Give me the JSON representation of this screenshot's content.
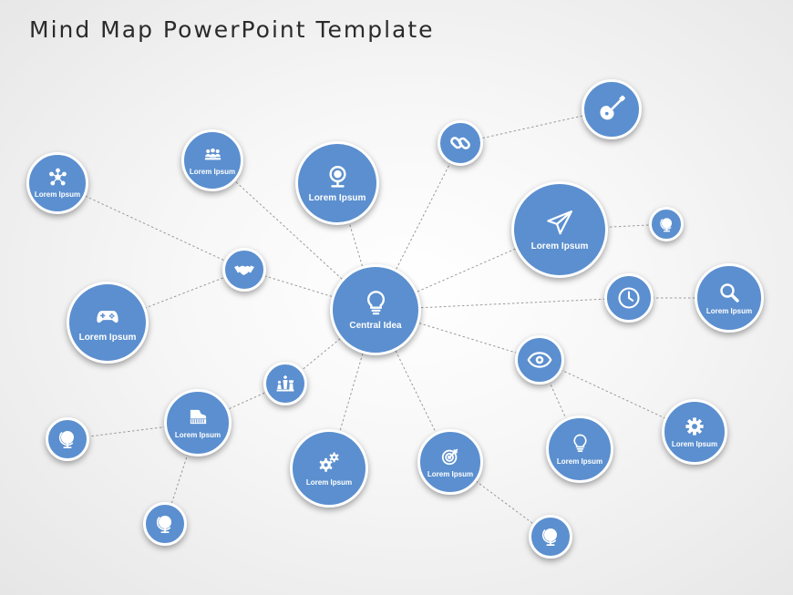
{
  "title": "Mind Map PowerPoint Template",
  "colors": {
    "node_fill": "#5b8fcf",
    "node_border": "#ffffff",
    "link": "#9a9a9a",
    "title": "#2b2b2b"
  },
  "center": {
    "label": "Central Idea",
    "icon": "lightbulb-icon"
  },
  "nodes": [
    {
      "id": "team",
      "label": "Lorem Ipsum",
      "icon": "team-icon"
    },
    {
      "id": "webcam",
      "label": "Lorem Ipsum",
      "icon": "webcam-icon"
    },
    {
      "id": "network",
      "label": "Lorem Ipsum",
      "icon": "network-icon"
    },
    {
      "id": "gamepad",
      "label": "Lorem Ipsum",
      "icon": "gamepad-icon"
    },
    {
      "id": "piano",
      "label": "Lorem Ipsum",
      "icon": "piano-icon"
    },
    {
      "id": "gears",
      "label": "Lorem Ipsum",
      "icon": "gears-icon"
    },
    {
      "id": "target",
      "label": "Lorem Ipsum",
      "icon": "target-icon"
    },
    {
      "id": "bulb-small",
      "label": "Lorem Ipsum",
      "icon": "lightbulb-icon"
    },
    {
      "id": "gear",
      "label": "Lorem Ipsum",
      "icon": "gear-icon"
    },
    {
      "id": "search",
      "label": "Lorem Ipsum",
      "icon": "magnifier-icon"
    },
    {
      "id": "paper-plane",
      "label": "Lorem Ipsum",
      "icon": "paper-plane-icon"
    },
    {
      "id": "link",
      "label": "",
      "icon": "link-icon"
    },
    {
      "id": "guitar",
      "label": "",
      "icon": "guitar-icon"
    },
    {
      "id": "globe-1",
      "label": "",
      "icon": "globe-icon"
    },
    {
      "id": "clock",
      "label": "",
      "icon": "clock-icon"
    },
    {
      "id": "eye",
      "label": "",
      "icon": "eye-icon"
    },
    {
      "id": "handshake",
      "label": "",
      "icon": "handshake-icon"
    },
    {
      "id": "chess",
      "label": "",
      "icon": "chess-icon"
    },
    {
      "id": "globe-2",
      "label": "",
      "icon": "globe-icon"
    },
    {
      "id": "globe-3",
      "label": "",
      "icon": "globe-icon"
    },
    {
      "id": "globe-4",
      "label": "",
      "icon": "globe-icon"
    }
  ],
  "links": [
    [
      "center",
      "webcam"
    ],
    [
      "center",
      "team"
    ],
    [
      "center",
      "handshake"
    ],
    [
      "center",
      "chess"
    ],
    [
      "center",
      "gears"
    ],
    [
      "center",
      "target"
    ],
    [
      "center",
      "eye"
    ],
    [
      "center",
      "clock"
    ],
    [
      "center",
      "paper-plane"
    ],
    [
      "center",
      "link"
    ],
    [
      "handshake",
      "network"
    ],
    [
      "handshake",
      "gamepad"
    ],
    [
      "chess",
      "piano"
    ],
    [
      "piano",
      "globe-2"
    ],
    [
      "piano",
      "globe-3"
    ],
    [
      "link",
      "guitar"
    ],
    [
      "paper-plane",
      "globe-1"
    ],
    [
      "clock",
      "search"
    ],
    [
      "eye",
      "gear"
    ],
    [
      "eye",
      "bulb-small"
    ],
    [
      "target",
      "globe-4"
    ]
  ]
}
